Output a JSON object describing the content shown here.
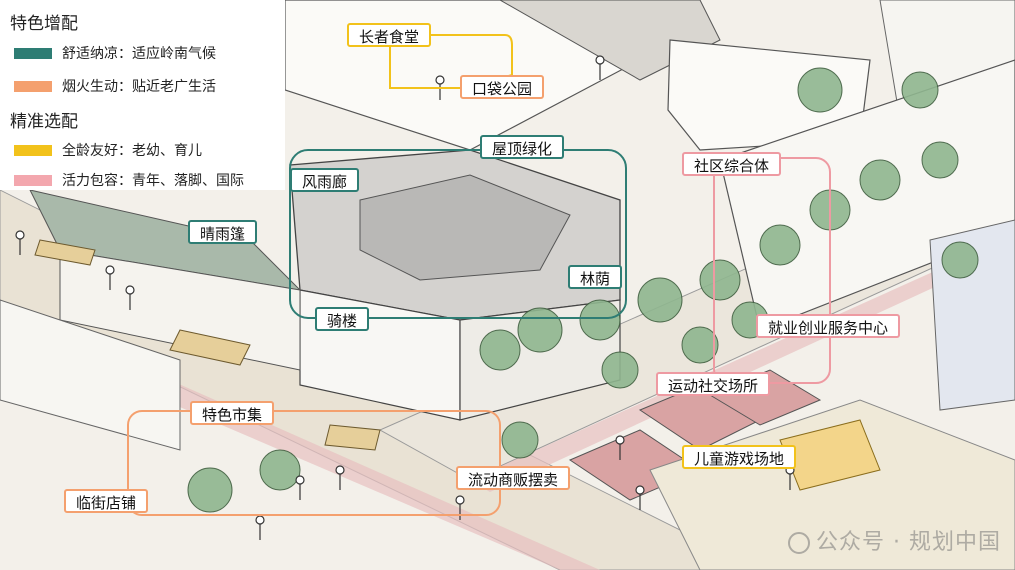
{
  "legend": {
    "heading_1": "特色增配",
    "items_1": [
      {
        "label": "舒适纳凉：适应岭南气候",
        "color": "#2e7d74"
      },
      {
        "label": "烟火生动：贴近老广生活",
        "color": "#f4a06e"
      }
    ],
    "heading_2": "精准选配",
    "items_2": [
      {
        "label": "全龄友好：老幼、育儿",
        "color": "#f2c21b"
      },
      {
        "label": "活力包容：青年、落脚、国际",
        "color": "#f3a7ae"
      }
    ]
  },
  "labels": {
    "elder_canteen": "长者食堂",
    "pocket_park": "口袋公园",
    "rooftop_green": "屋顶绿化",
    "wind_rain_corridor": "风雨廊",
    "sunny_rain_canopy": "晴雨篷",
    "tree_shade": "林荫",
    "arcade": "骑楼",
    "community_complex": "社区综合体",
    "employment_center": "就业创业服务中心",
    "sports_social": "运动社交场所",
    "featured_market": "特色市集",
    "street_shops": "临街店铺",
    "mobile_vendors": "流动商贩摆卖",
    "kids_playground": "儿童游戏场地"
  },
  "colors": {
    "teal": "#2e7d74",
    "orange": "#f4a06e",
    "yellow": "#f2c21b",
    "pink": "#ee9aa2"
  },
  "watermark": "公众号 · 规划中国"
}
